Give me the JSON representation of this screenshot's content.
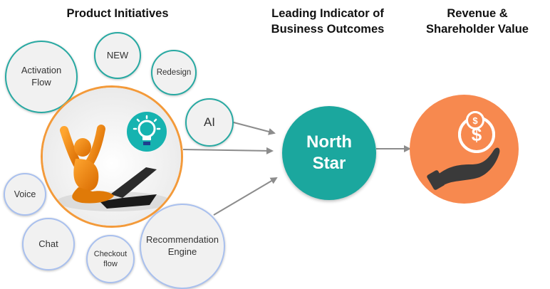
{
  "headings": {
    "product": "Product Initiatives",
    "leading_line1": "Leading Indicator of",
    "leading_line2": "Business Outcomes",
    "revenue_line1": "Revenue &",
    "revenue_line2": "Shareholder Value"
  },
  "initiatives": {
    "activation_line1": "Activation",
    "activation_line2": "Flow",
    "new": "NEW",
    "redesign": "Redesign",
    "ai": "AI",
    "voice": "Voice",
    "chat": "Chat",
    "checkout_line1": "Checkout",
    "checkout_line2": "flow",
    "recommendation_line1": "Recommendation",
    "recommendation_line2": "Engine"
  },
  "north_star": {
    "line1": "North",
    "line2": "Star"
  },
  "icons": {
    "dollar": "$"
  },
  "colors": {
    "teal": "#1ba79e",
    "orange_ring": "#f39a3a",
    "revenue_orange": "#f7894f",
    "arrow_gray": "#8c8c8c"
  }
}
